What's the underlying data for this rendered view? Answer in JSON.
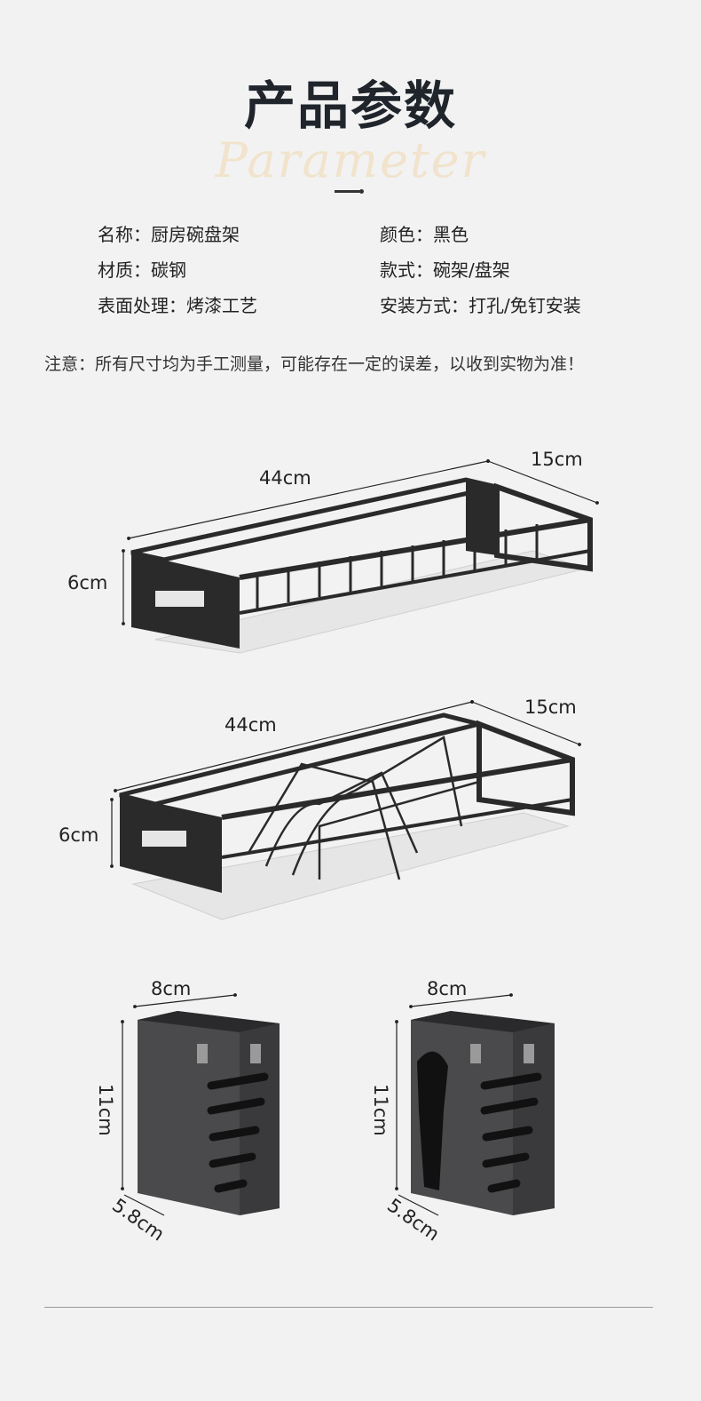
{
  "header": {
    "title": "产品参数",
    "watermark": "Parameter"
  },
  "specs": {
    "name": "名称：厨房碗盘架",
    "color": "颜色：黑色",
    "material": "材质：碳钢",
    "style": "款式：碗架/盘架",
    "finish": "表面处理：烤漆工艺",
    "install": "安装方式：打孔/免钉安装"
  },
  "note": "注意：所有尺寸均为手工测量，可能存在一定的误差，以收到实物为准！",
  "bowl_rack": {
    "length": "44cm",
    "depth": "15cm",
    "height": "6cm"
  },
  "plate_rack": {
    "length": "44cm",
    "depth": "15cm",
    "height": "6cm"
  },
  "holder_left": {
    "width": "8cm",
    "height": "11cm",
    "depth": "5.8cm"
  },
  "holder_right": {
    "width": "8cm",
    "height": "11cm",
    "depth": "5.8cm"
  }
}
